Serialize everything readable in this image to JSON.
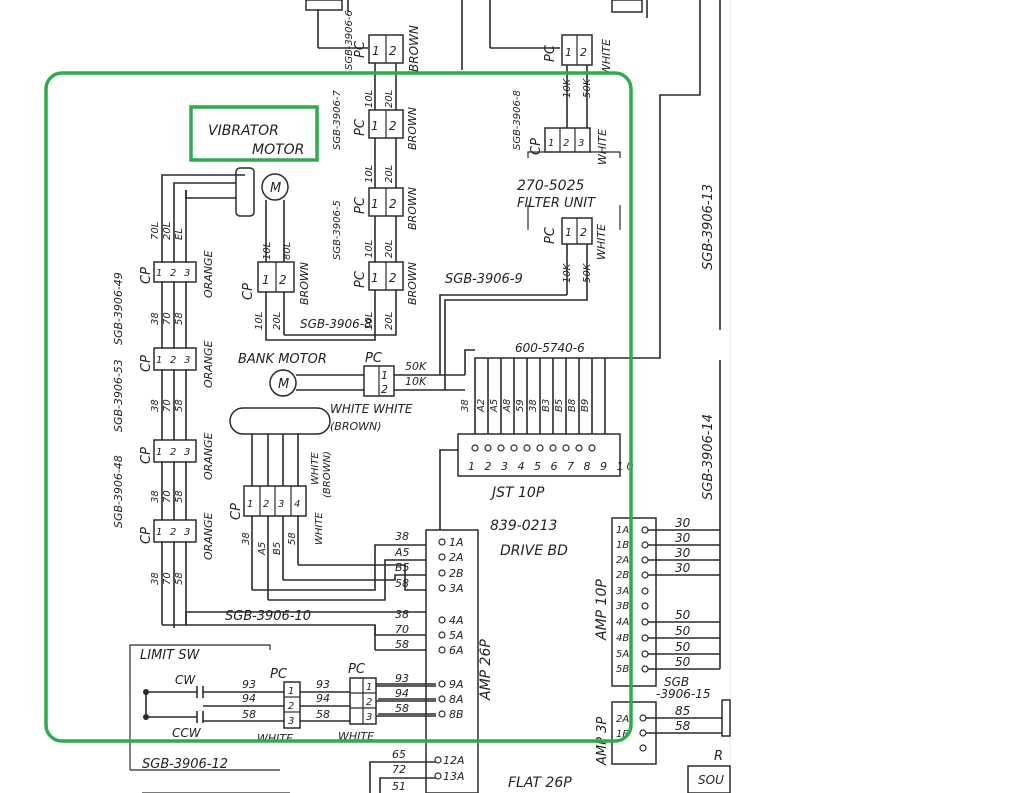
{
  "highlight_color": "#2eaa4f",
  "paper_color": "#ffffff",
  "ink_color": "#2a2a2a",
  "labels": {
    "vibrator_motor_l1": "VIBRATOR",
    "vibrator_motor_l2": "MOTOR",
    "bank_motor": "BANK MOTOR",
    "filter_part": "270-5025",
    "filter_name": "FILTER UNIT",
    "cable_9": "SGB-3906-9",
    "cable_10": "SGB-3906-10",
    "cable_12": "SGB-3906-12",
    "cable_13": "SGB-3906-13",
    "cable_14": "SGB-3906-14",
    "cable_8": "SGB-3906-8",
    "cable_49": "SGB-3906-49",
    "cable_53": "SGB-3906-53",
    "cable_48": "SGB-3906-48",
    "cable_15a": "SGB",
    "cable_15b": "-3906-15",
    "cable_7": "SGB-3906-7",
    "cable_6": "SGB-3906-6",
    "cable_5": "SGB-3906-5",
    "cable_top": "SGB-3906-8",
    "harness": "600-5740-6",
    "jst": "JST 10P",
    "drive_num": "839-0213",
    "drive_name": "DRIVE BD",
    "amp26": "AMP 26P",
    "amp10": "AMP 10P",
    "amp3": "AMP 3P",
    "flat26": "FLAT 26P",
    "limit_sw": "LIMIT SW",
    "cw": "CW",
    "ccw": "CCW",
    "pc": "PC",
    "cp": "CP",
    "motor_symbol": "M",
    "white": "WHITE",
    "white_white": "WHITE WHITE",
    "brown": "BROWN",
    "brown_paren": "(BROWN)",
    "orange": "ORANGE",
    "sou": "SOU",
    "r_frag": "R"
  },
  "wires": {
    "c10L": "10L",
    "c20L": "20L",
    "c80L": "80L",
    "cEL": "EL",
    "c70L": "70L",
    "c50K": "50K",
    "c10K": "10K",
    "c38": "38",
    "c70": "70",
    "c58": "58",
    "cA5": "A5",
    "cB5": "B5",
    "cA2": "A2",
    "cA8": "A8",
    "c59": "59",
    "cB3": "B3",
    "cB8": "B8",
    "cB9": "B9",
    "c93": "93",
    "c94": "94",
    "c30": "30",
    "c50": "50",
    "c85": "85",
    "c65": "65",
    "c72": "72",
    "c51": "51"
  },
  "pins": {
    "p1A": "1A",
    "p2A": "2A",
    "p2B": "2B",
    "p3A": "3A",
    "p4A": "4A",
    "p5A": "5A",
    "p6A": "6A",
    "p9A": "9A",
    "p8A": "8A",
    "p8B": "8B",
    "p12A": "12A",
    "p13A": "13A",
    "q1A": "1A",
    "q1B": "1B",
    "q2A": "2A",
    "q2B": "2B",
    "q3A": "3A",
    "q3B": "3B",
    "q4A": "4A",
    "q4B": "4B",
    "q5A": "5A",
    "q5B": "5B",
    "r2A": "2A",
    "r1B": "1B",
    "n1": "1",
    "n2": "2",
    "n3": "3",
    "n4": "4",
    "jst_pins": "1 2 3 4 5 6 7 8 9 10"
  }
}
